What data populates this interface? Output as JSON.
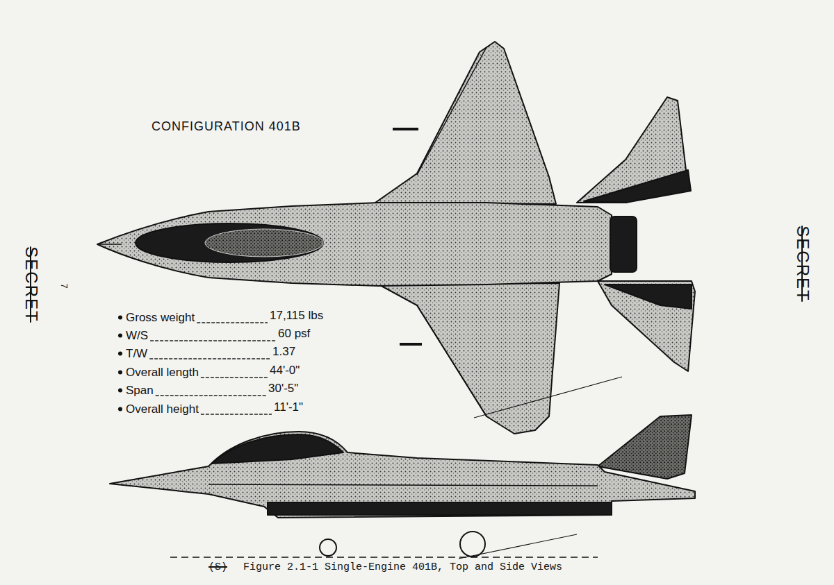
{
  "diagram": {
    "title": "CONFIGURATION 401B",
    "caption": "Figure 2.1-1  Single-Engine 401B, Top and Side Views",
    "labels": [
      "SECRET",
      "SECRET",
      "7",
      "Gross weight",
      "17,115 lbs",
      "W/S",
      "60 psf",
      "T/W",
      "1.37",
      "Overall length",
      "44'-0\"",
      "Span",
      "30'-5\"",
      "Overall height",
      "11'-1\"",
      "(S)"
    ]
  }
}
